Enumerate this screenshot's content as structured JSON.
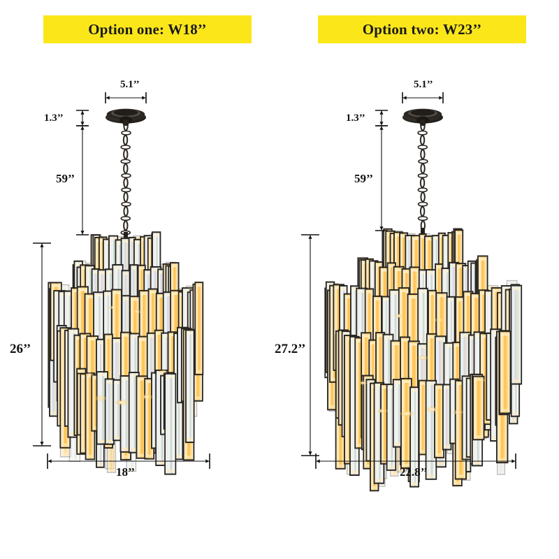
{
  "page": {
    "background_color": "#ffffff",
    "banner_color": "#fbe719",
    "line_color": "#111111"
  },
  "options": [
    {
      "id": "option-one",
      "banner_label": "Option one: W18’’",
      "product": "tiered crystal prism chandelier",
      "finish_color": "#2b2722",
      "crystal_color": "#dfe3e0",
      "glow_color": "#ffc04a",
      "dimensions": {
        "canopy_width": "5.1’’",
        "canopy_height": "1.3’’",
        "chain_drop": "59’’",
        "body_height": "26’’",
        "body_width": "18’’"
      }
    },
    {
      "id": "option-two",
      "banner_label": "Option two: W23’’",
      "product": "tiered crystal prism chandelier",
      "finish_color": "#2b2722",
      "crystal_color": "#dfe3e0",
      "glow_color": "#ffc04a",
      "dimensions": {
        "canopy_width": "5.1’’",
        "canopy_height": "1.3’’",
        "chain_drop": "59’’",
        "body_height": "27.2’’",
        "body_width": "22.8’’"
      }
    }
  ]
}
